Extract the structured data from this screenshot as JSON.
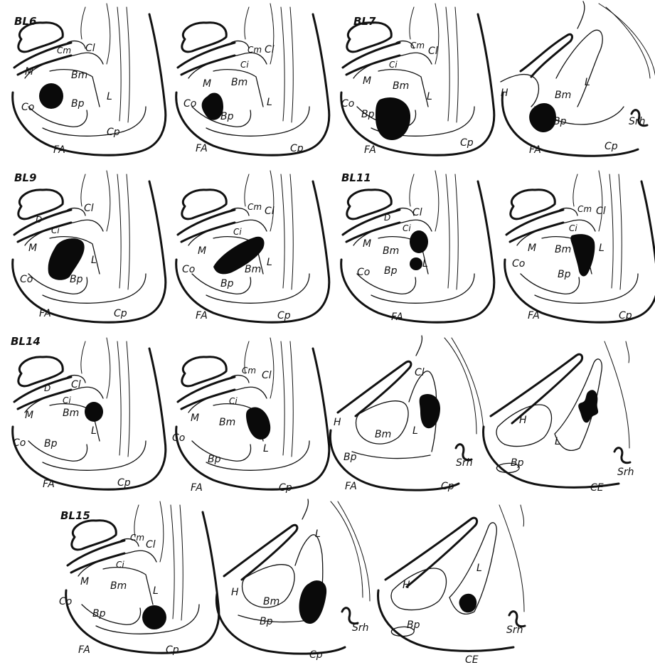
{
  "panels": [
    {
      "tag": "BL6",
      "labels": [
        "Cm",
        "Cl",
        "M",
        "Bm",
        "L",
        "Co",
        "Bp",
        "Cp",
        "FA"
      ]
    },
    {
      "tag": "",
      "labels": [
        "Cm",
        "Cl",
        "Ci",
        "M",
        "Bm",
        "L",
        "Co",
        "Bp",
        "FA",
        "Cp"
      ]
    },
    {
      "tag": "BL7",
      "labels": [
        "Cm",
        "Cl",
        "Ci",
        "M",
        "Bm",
        "L",
        "Co",
        "Bp",
        "FA",
        "Cp"
      ]
    },
    {
      "tag": "",
      "labels": [
        "H",
        "Bm",
        "L",
        "Bp",
        "Srh",
        "FA",
        "Cp"
      ]
    },
    {
      "tag": "BL9",
      "labels": [
        "D",
        "Cl",
        "Ci",
        "M",
        "L",
        "Co",
        "Bp",
        "FA",
        "Cp"
      ]
    },
    {
      "tag": "",
      "labels": [
        "Cm",
        "Cl",
        "Ci",
        "M",
        "Bm",
        "L",
        "Co",
        "Bp",
        "FA",
        "Cp"
      ]
    },
    {
      "tag": "BL11",
      "labels": [
        "D",
        "Cl",
        "Ci",
        "M",
        "Bm",
        "L",
        "Co",
        "Bp",
        "FA"
      ]
    },
    {
      "tag": "",
      "labels": [
        "Cm",
        "Cl",
        "Ci",
        "M",
        "Bm",
        "L",
        "Co",
        "Bp",
        "FA",
        "Cp"
      ]
    },
    {
      "tag": "BL14",
      "labels": [
        "D",
        "Cl",
        "Ci",
        "M",
        "Bm",
        "L",
        "Co",
        "Bp",
        "FA",
        "Cp"
      ]
    },
    {
      "tag": "",
      "labels": [
        "Cm",
        "Cl",
        "Ci",
        "M",
        "Bm",
        "L",
        "Co",
        "Bp",
        "FA",
        "Cp"
      ]
    },
    {
      "tag": "",
      "labels": [
        "Cl",
        "H",
        "Bm",
        "L",
        "Bp",
        "Srh",
        "FA",
        "Cp"
      ]
    },
    {
      "tag": "",
      "labels": [
        "H",
        "L",
        "Bp",
        "Srh",
        "CE"
      ]
    },
    {
      "tag": "BL15",
      "labels": [
        "Cm",
        "Cl",
        "Ci",
        "M",
        "Bm",
        "L",
        "Co",
        "Bp",
        "FA",
        "Cp"
      ]
    },
    {
      "tag": "",
      "labels": [
        "L",
        "H",
        "Bm",
        "Bp",
        "Srh",
        "Cp"
      ]
    },
    {
      "tag": "",
      "labels": [
        "L",
        "H",
        "Bp",
        "Srh",
        "CE"
      ]
    }
  ]
}
